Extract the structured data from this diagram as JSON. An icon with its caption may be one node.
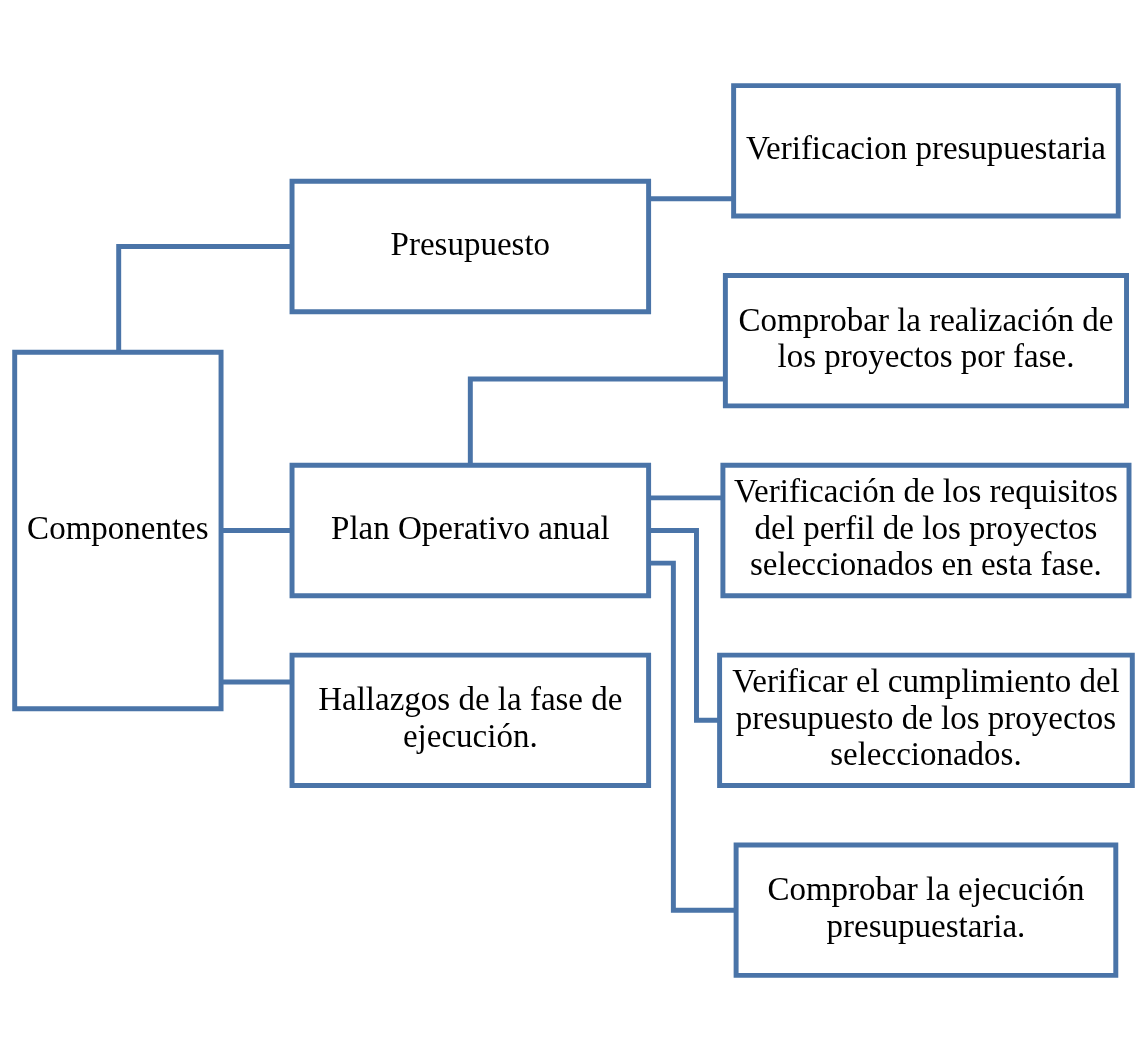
{
  "diagram": {
    "nodes": [
      {
        "text": [
          "Componentes"
        ]
      },
      {
        "text": [
          "Presupuesto"
        ]
      },
      {
        "text": [
          "Verificacion presupuestaria"
        ]
      },
      {
        "text": [
          "Plan Operativo anual"
        ]
      },
      {
        "text": [
          "Hallazgos de la fase de ejecución."
        ]
      },
      {
        "text": [
          "Comprobar la realización de los proyectos por fase."
        ]
      },
      {
        "text": [
          "Verificación de los requisitos del perfil de los proyectos seleccionados en esta fase."
        ]
      },
      {
        "text": [
          "Verificar el cumplimiento del presupuesto de los proyectos seleccionados."
        ]
      },
      {
        "text": [
          "Comprobar la ejecución presupuestaria."
        ]
      }
    ],
    "edges": [
      {
        "from": 0,
        "to": 1,
        "arrow": "none"
      },
      {
        "from": 0,
        "to": 3,
        "arrow": "none"
      },
      {
        "from": 0,
        "to": 4,
        "arrow": "none"
      },
      {
        "from": 1,
        "to": 2,
        "arrow": "none"
      },
      {
        "from": 3,
        "to": 5,
        "arrow": "none"
      },
      {
        "from": 3,
        "to": 6,
        "arrow": "none"
      },
      {
        "from": 3,
        "to": 7,
        "arrow": "none"
      },
      {
        "from": 3,
        "to": 8,
        "arrow": "none"
      }
    ]
  }
}
